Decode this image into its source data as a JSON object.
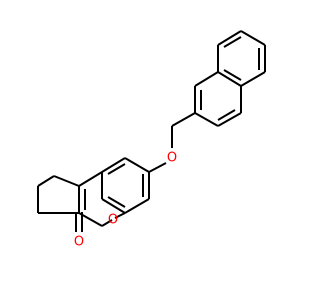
{
  "molecule": {
    "atoms": [
      {
        "id": "o_ether",
        "label": "O",
        "color": "#ff0000"
      },
      {
        "id": "o_ring",
        "label": "O",
        "color": "#ff0000"
      },
      {
        "id": "o_carbonyl",
        "label": "O",
        "color": "#ff0000"
      }
    ],
    "bond_color": "#000000",
    "background": "#ffffff"
  }
}
